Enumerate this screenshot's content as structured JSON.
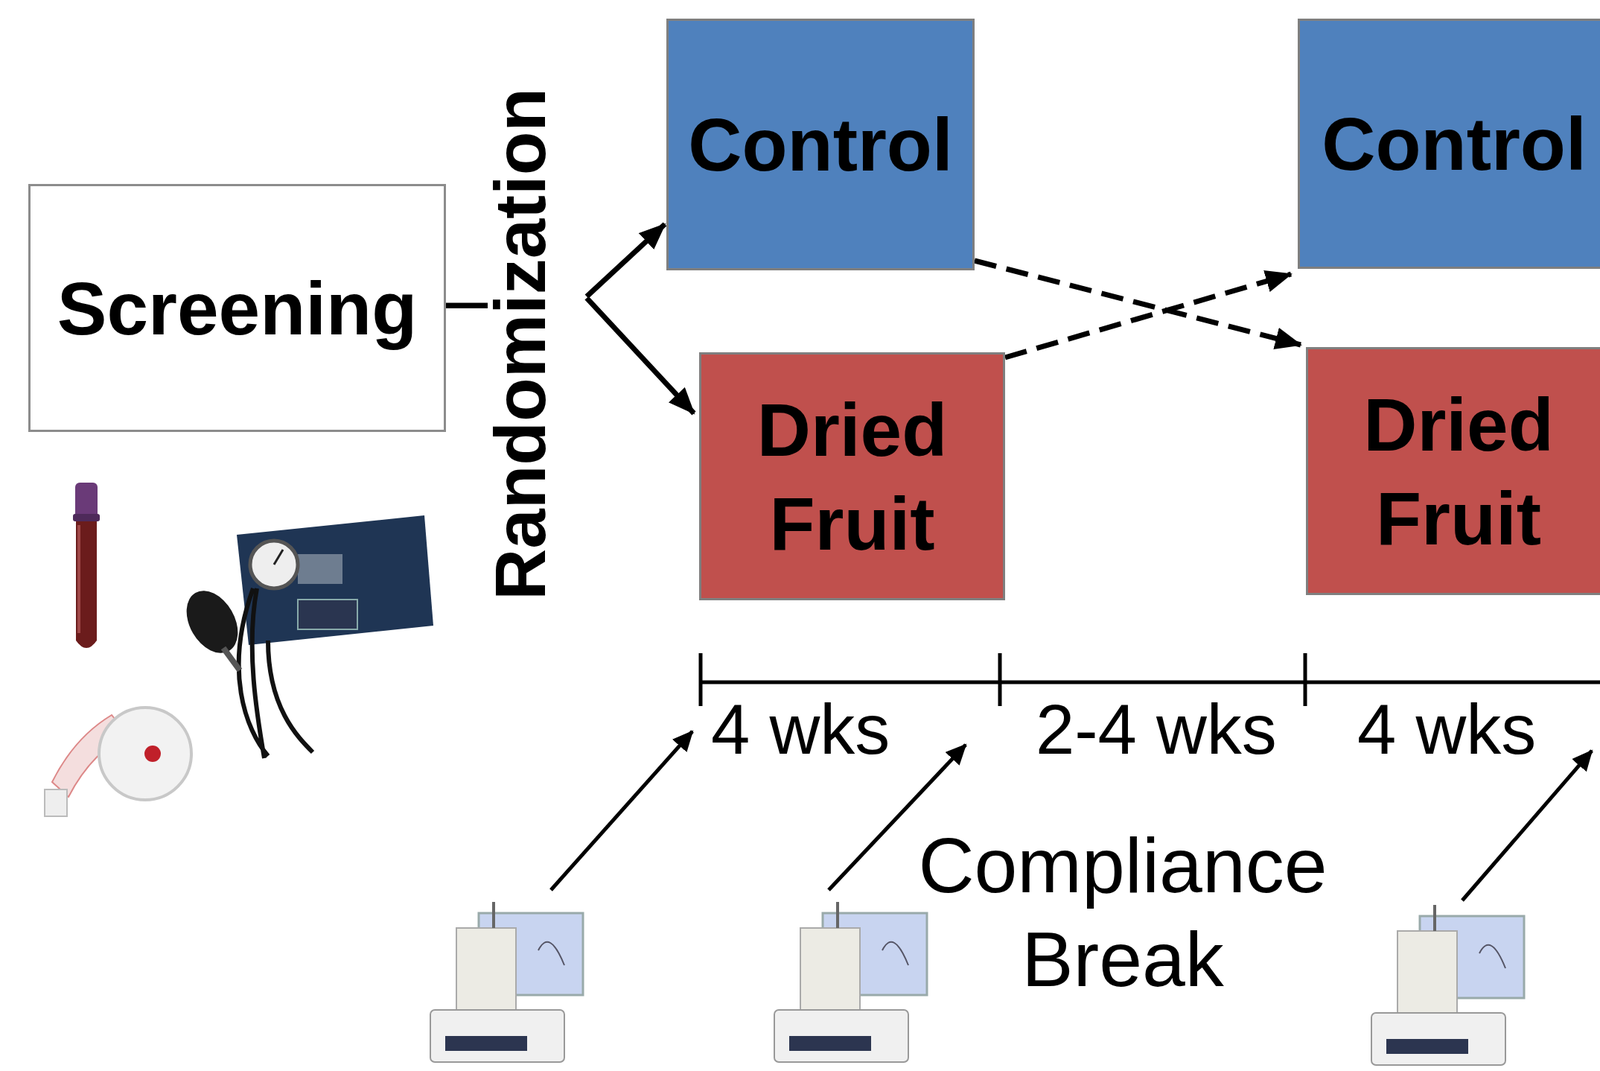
{
  "diagram": {
    "nodes": [
      {
        "text": [
          "Screening"
        ]
      },
      {
        "text": [
          "Control"
        ]
      },
      {
        "text": [
          "Dried Fruit"
        ]
      },
      {
        "text": [
          "Control"
        ]
      },
      {
        "text": [
          "Dried Fruit"
        ]
      }
    ],
    "edges": [
      {
        "from": 0,
        "to": 1,
        "arrow": "to"
      },
      {
        "from": 0,
        "to": 2,
        "arrow": "to"
      },
      {
        "from": 1,
        "to": 4,
        "arrow": "to"
      },
      {
        "from": 2,
        "to": 3,
        "arrow": "to"
      }
    ],
    "labels": [
      "Randomization",
      "4 wks",
      "2-4 wks",
      "4 wks",
      "Compliance Break"
    ]
  }
}
